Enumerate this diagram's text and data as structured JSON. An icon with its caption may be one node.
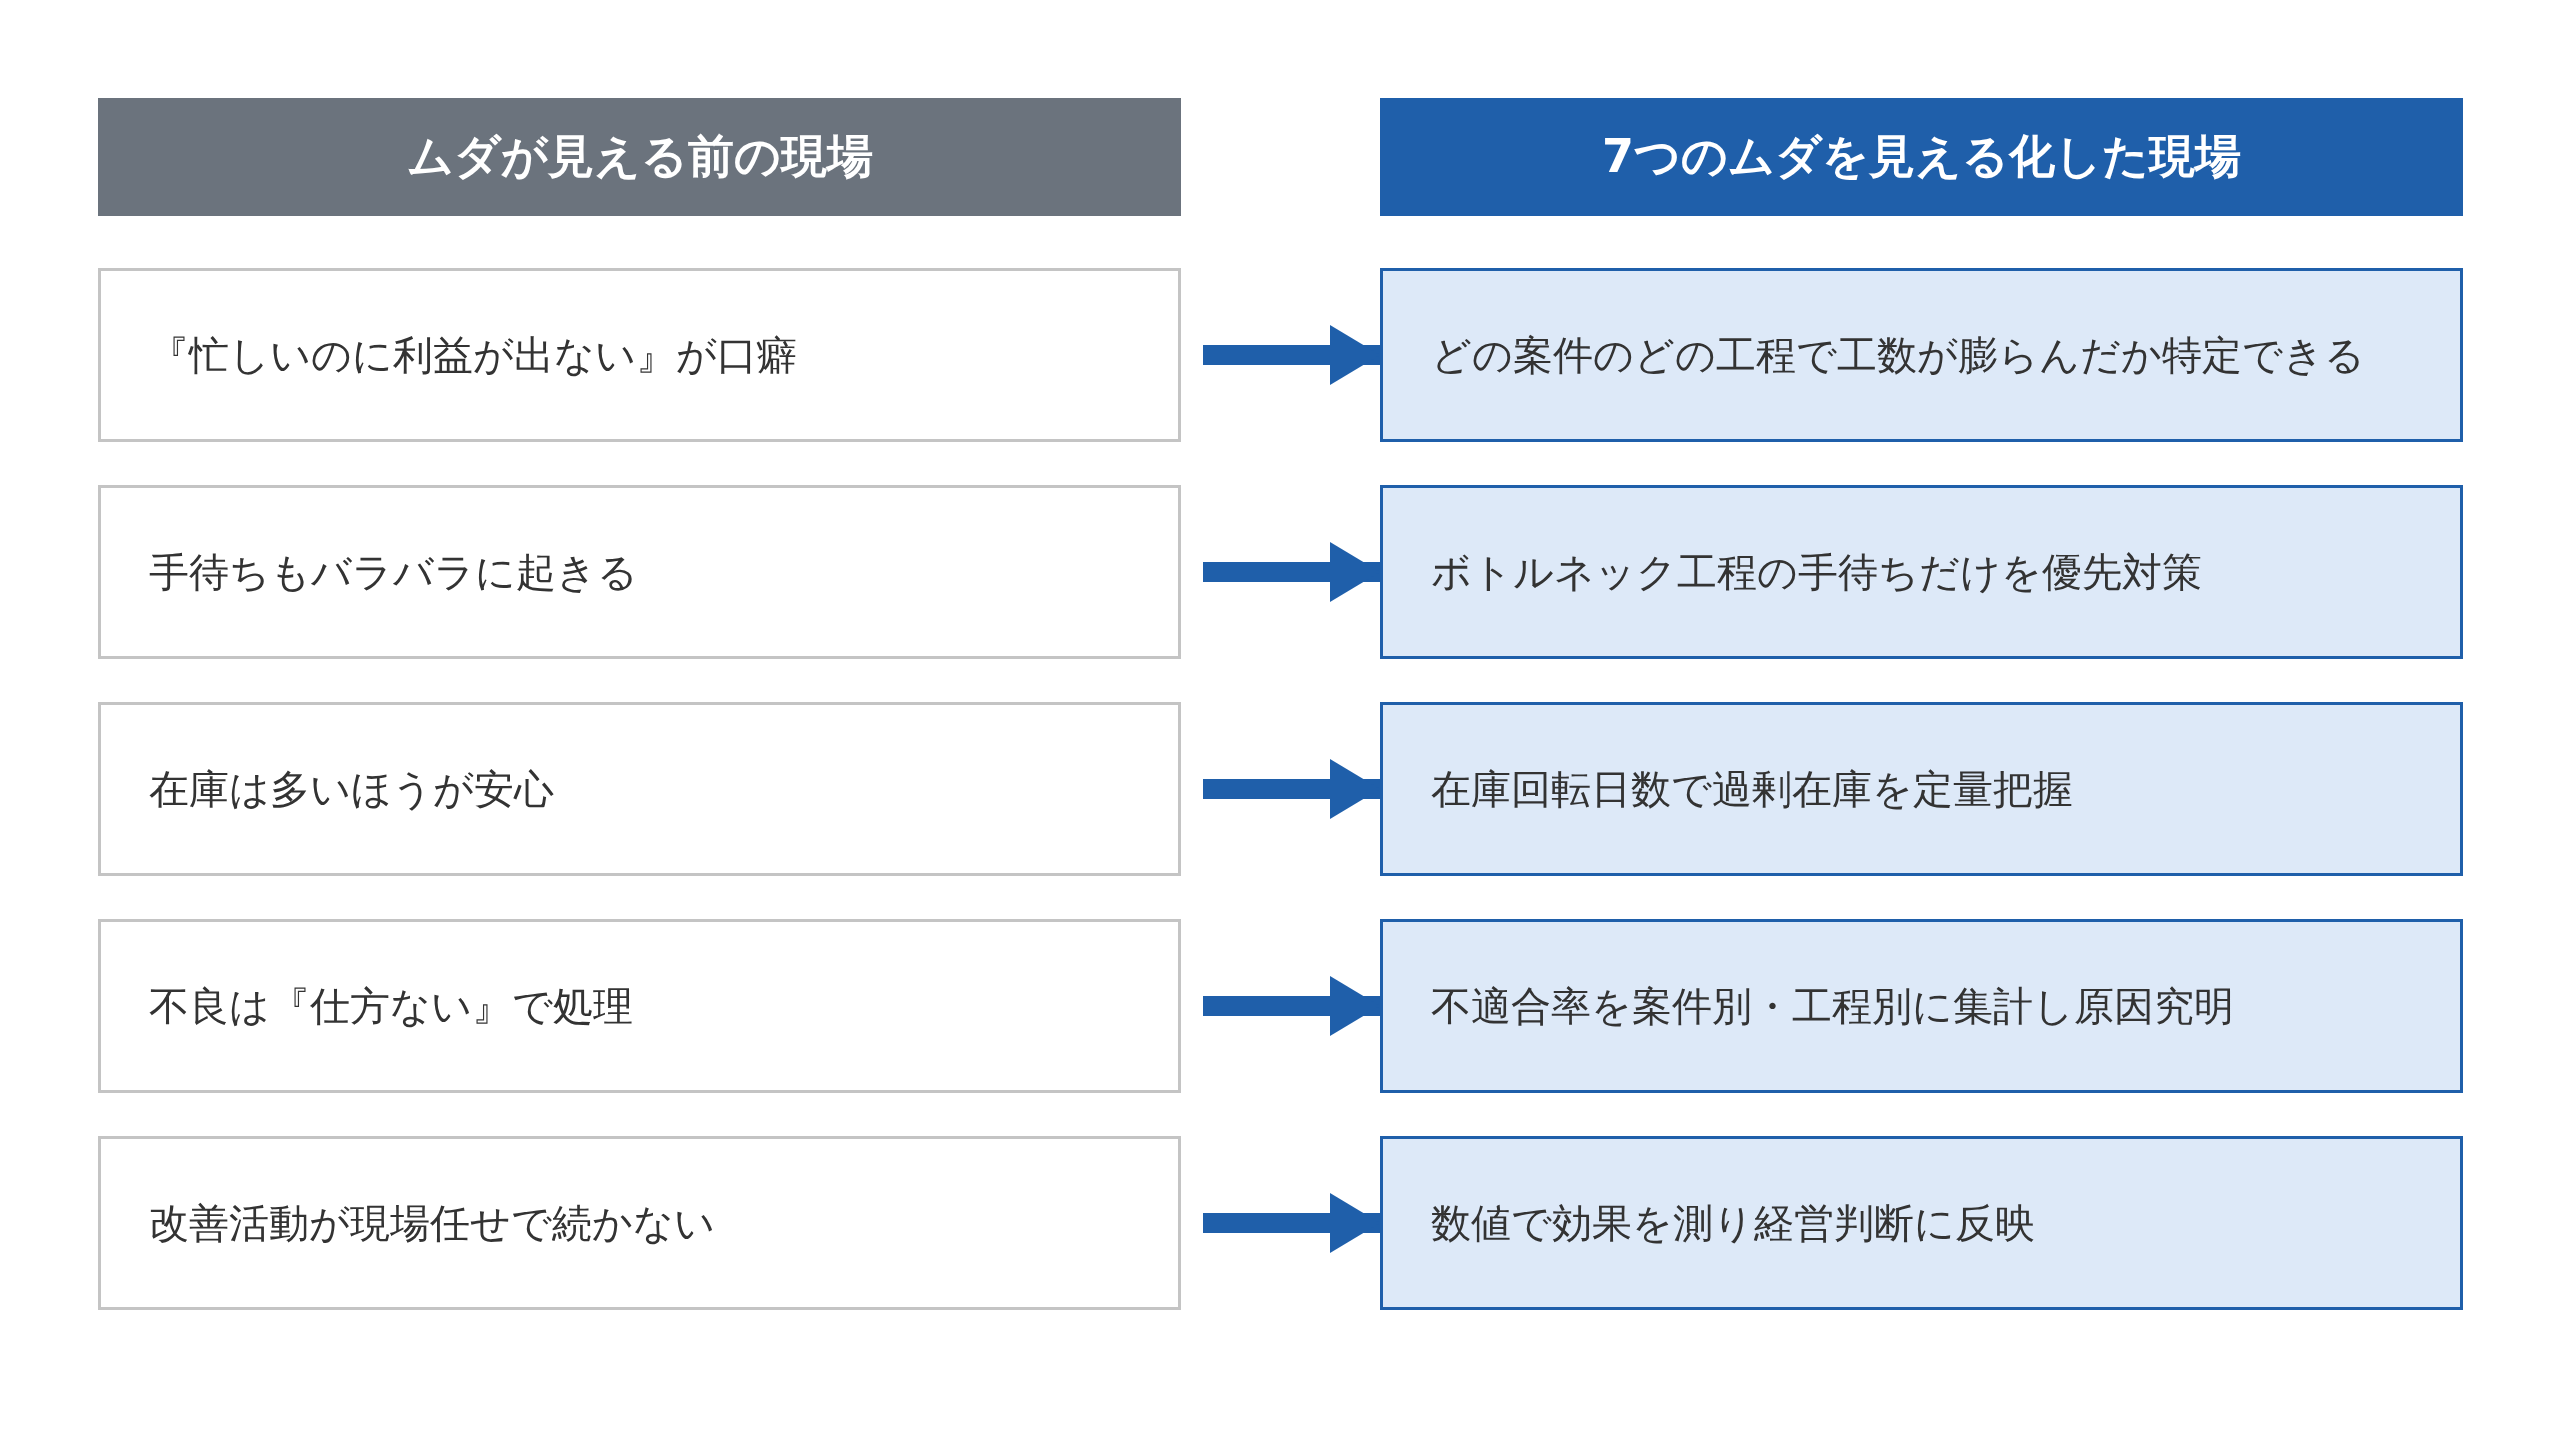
{
  "diagram": {
    "nodes": [
      {
        "text": [
          "ムダが見える前の現場"
        ]
      },
      {
        "text": [
          "7つのムダを見える化した現場"
        ]
      },
      {
        "text": [
          "『忙しいのに利益が出ない』が口癖"
        ]
      },
      {
        "text": [
          "どの案件のどの工程で工数が膨らんだか特定できる"
        ]
      },
      {
        "text": [
          "手待ちもバラバラに起きる"
        ]
      },
      {
        "text": [
          "ボトルネック工程の手待ちだけを優先対策"
        ]
      },
      {
        "text": [
          "在庫は多いほうが安心"
        ]
      },
      {
        "text": [
          "在庫回転日数で過剰在庫を定量把握"
        ]
      },
      {
        "text": [
          "不良は『仕方ない』で処理"
        ]
      },
      {
        "text": [
          "不適合率を案件別・工程別に集計し原因究明"
        ]
      },
      {
        "text": [
          "改善活動が現場任せで続かない"
        ]
      },
      {
        "text": [
          "数値で効果を測り経営判断に反映"
        ]
      }
    ],
    "edges": [
      {
        "from": 2,
        "to": 3,
        "arrow": "to"
      },
      {
        "from": 4,
        "to": 5,
        "arrow": "to"
      },
      {
        "from": 6,
        "to": 7,
        "arrow": "to"
      },
      {
        "from": 8,
        "to": 9,
        "arrow": "to"
      },
      {
        "from": 10,
        "to": 11,
        "arrow": "to"
      }
    ]
  }
}
